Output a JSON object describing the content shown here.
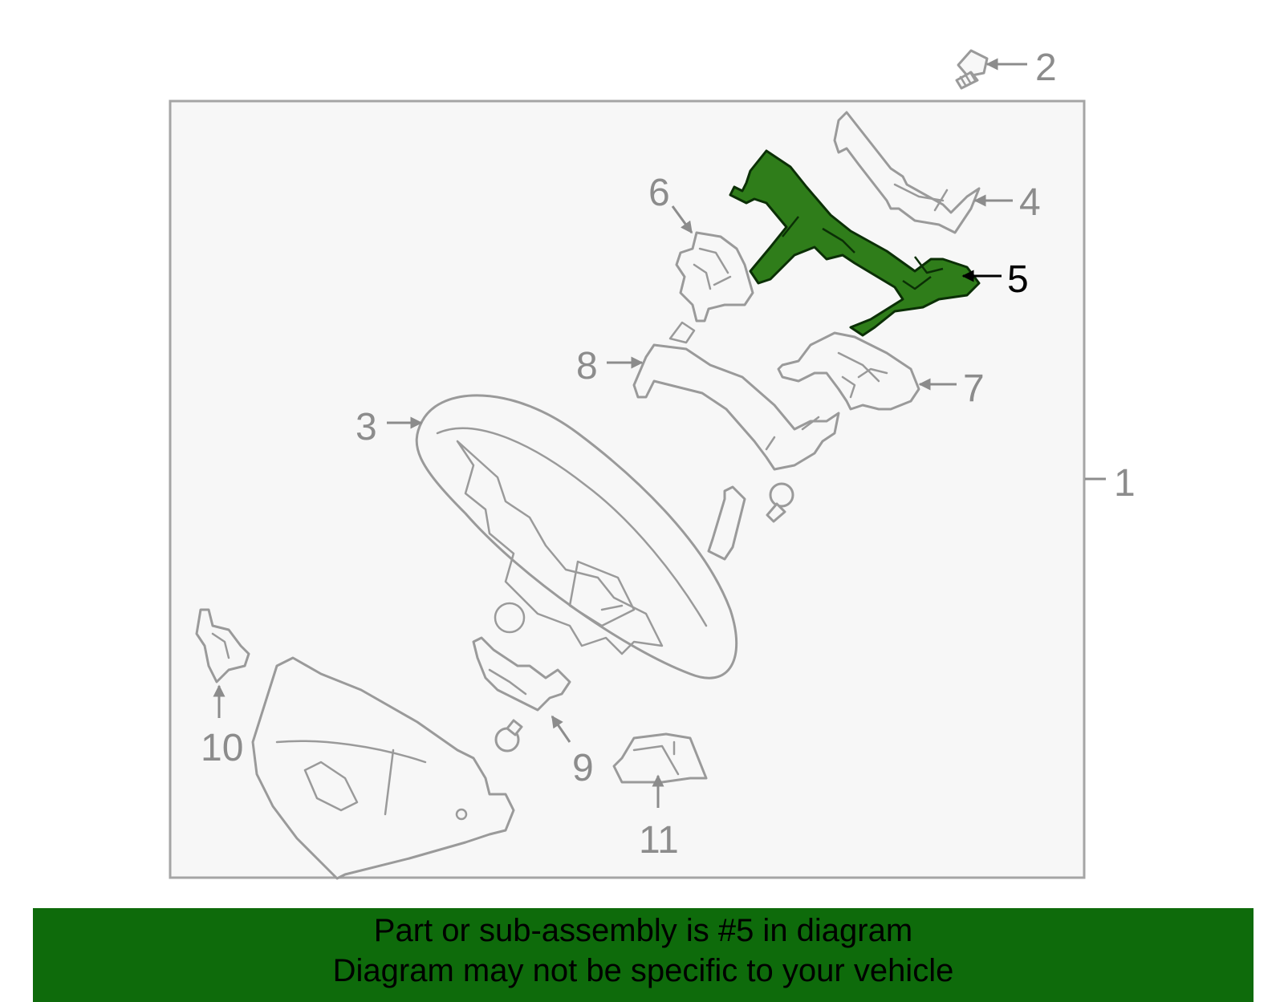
{
  "callouts": {
    "c1": "1",
    "c2": "2",
    "c3": "3",
    "c4": "4",
    "c5": "5",
    "c6": "6",
    "c7": "7",
    "c8": "8",
    "c9": "9",
    "c10": "10",
    "c11": "11"
  },
  "highlighted_part": "5",
  "colors": {
    "highlight": "#2f7d1a",
    "banner": "#0e6b0b"
  },
  "banner": {
    "line1": "Part or sub-assembly is #5 in diagram",
    "line2": "Diagram may not be specific to your vehicle"
  }
}
